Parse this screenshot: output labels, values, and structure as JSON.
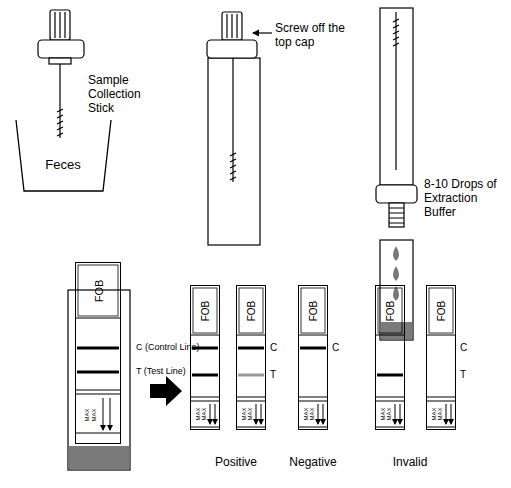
{
  "diagram": {
    "nodes": [
      {
        "text": [
          "Feces"
        ]
      },
      {
        "text": [
          "FOB",
          "MAX",
          "MAX"
        ]
      },
      {
        "text": [
          "FOB",
          "MAX",
          "MAX"
        ]
      },
      {
        "text": [
          "FOB",
          "MAX",
          "MAX"
        ]
      },
      {
        "text": [
          "FOB",
          "MAX",
          "MAX"
        ]
      },
      {
        "text": [
          "FOB",
          "MAX",
          "MAX"
        ]
      },
      {
        "text": [
          "FOB",
          "MAX",
          "MAX"
        ]
      }
    ],
    "labels": [
      "Sample Collection Stick",
      "Screw off the top cap",
      "8-10 Drops of Extraction Buffer",
      "C (Control Line)",
      "T (Test Line)",
      "C",
      "T",
      "C",
      "C",
      "T",
      "Positive",
      "Negative",
      "Invalid"
    ]
  }
}
